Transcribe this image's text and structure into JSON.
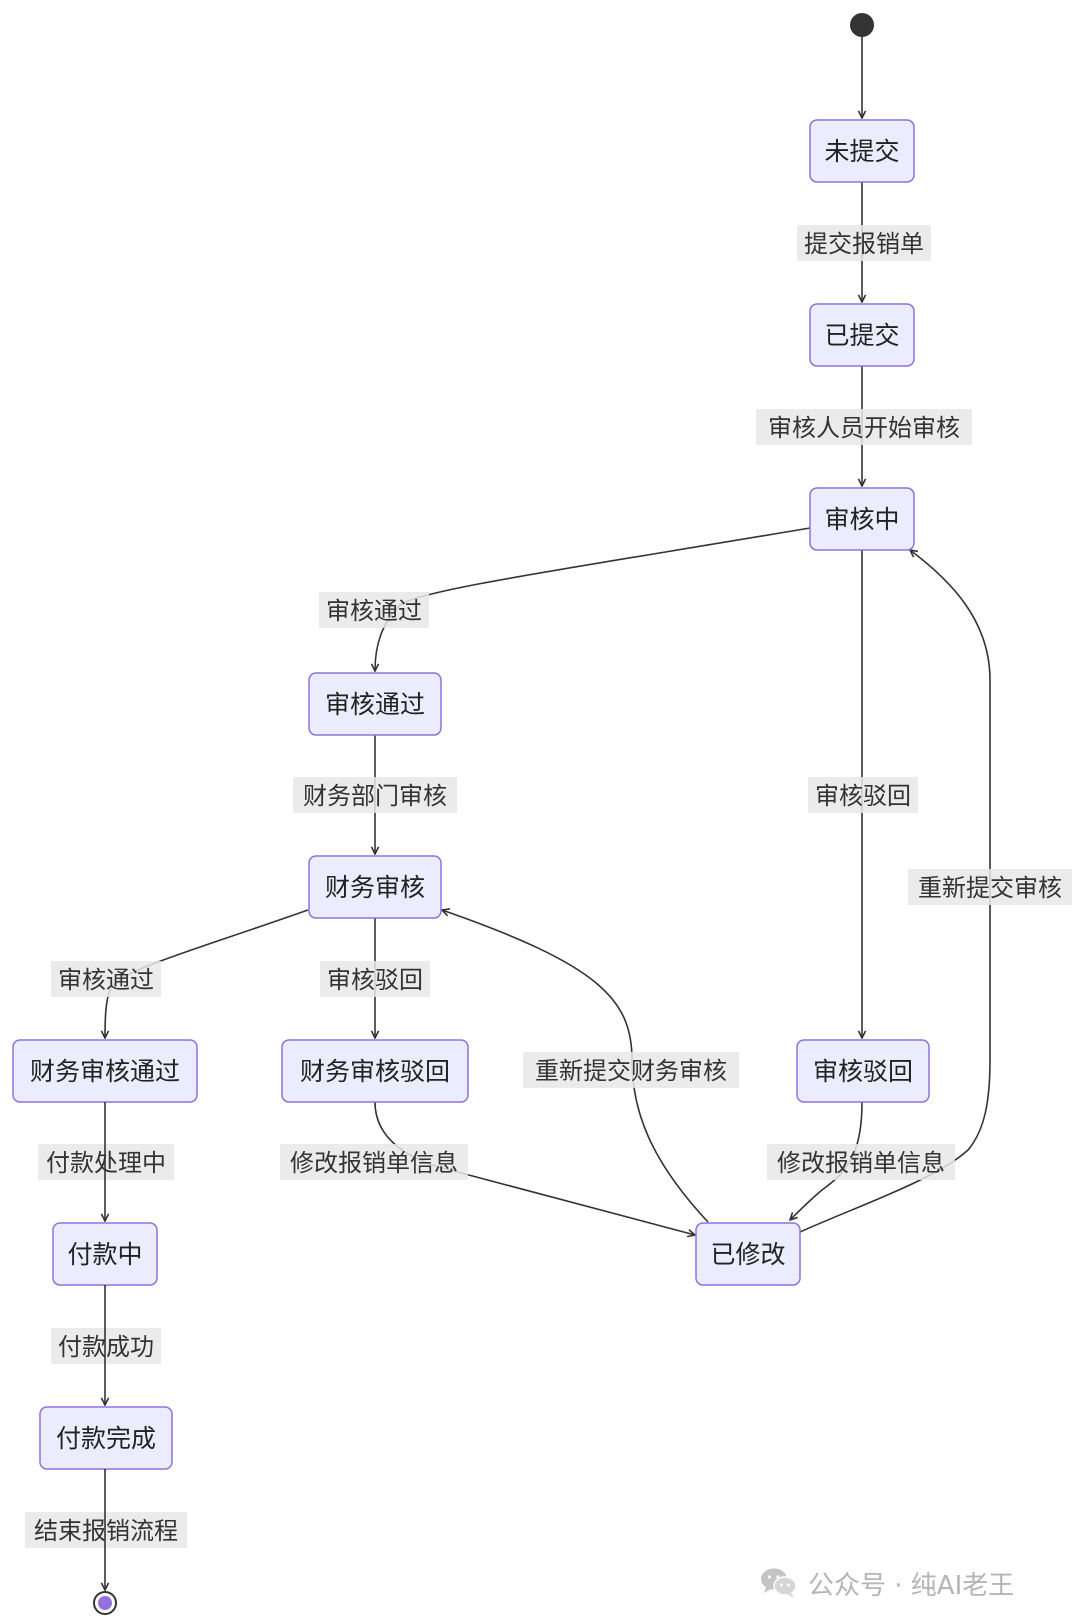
{
  "diagram": {
    "nodes": [
      {
        "id": "not_submitted",
        "label": "未提交"
      },
      {
        "id": "submitted",
        "label": "已提交"
      },
      {
        "id": "reviewing",
        "label": "审核中"
      },
      {
        "id": "review_passed",
        "label": "审核通过"
      },
      {
        "id": "finance_review",
        "label": "财务审核"
      },
      {
        "id": "finance_passed",
        "label": "财务审核通过"
      },
      {
        "id": "finance_rejected",
        "label": "财务审核驳回"
      },
      {
        "id": "review_rejected",
        "label": "审核驳回"
      },
      {
        "id": "modified",
        "label": "已修改"
      },
      {
        "id": "paying",
        "label": "付款中"
      },
      {
        "id": "paid",
        "label": "付款完成"
      }
    ],
    "edges": [
      {
        "from": "start",
        "to": "not_submitted",
        "label": ""
      },
      {
        "from": "not_submitted",
        "to": "submitted",
        "label": "提交报销单"
      },
      {
        "from": "submitted",
        "to": "reviewing",
        "label": "审核人员开始审核"
      },
      {
        "from": "reviewing",
        "to": "review_passed",
        "label": "审核通过"
      },
      {
        "from": "reviewing",
        "to": "review_rejected",
        "label": "审核驳回"
      },
      {
        "from": "review_passed",
        "to": "finance_review",
        "label": "财务部门审核"
      },
      {
        "from": "finance_review",
        "to": "finance_passed",
        "label": "审核通过"
      },
      {
        "from": "finance_review",
        "to": "finance_rejected",
        "label": "审核驳回"
      },
      {
        "from": "finance_rejected",
        "to": "modified",
        "label": "修改报销单信息"
      },
      {
        "from": "review_rejected",
        "to": "modified",
        "label": "修改报销单信息"
      },
      {
        "from": "modified",
        "to": "finance_review",
        "label": "重新提交财务审核"
      },
      {
        "from": "modified",
        "to": "reviewing",
        "label": "重新提交审核"
      },
      {
        "from": "finance_passed",
        "to": "paying",
        "label": "付款处理中"
      },
      {
        "from": "paying",
        "to": "paid",
        "label": "付款成功"
      },
      {
        "from": "paid",
        "to": "end",
        "label": "结束报销流程"
      }
    ]
  },
  "colors": {
    "node_fill": "#ececff",
    "node_stroke": "#9370db",
    "edge": "#333333",
    "end_inner": "#9370db"
  },
  "watermark": {
    "icon": "wechat-icon",
    "text": "公众号 · 纯AI老王"
  }
}
